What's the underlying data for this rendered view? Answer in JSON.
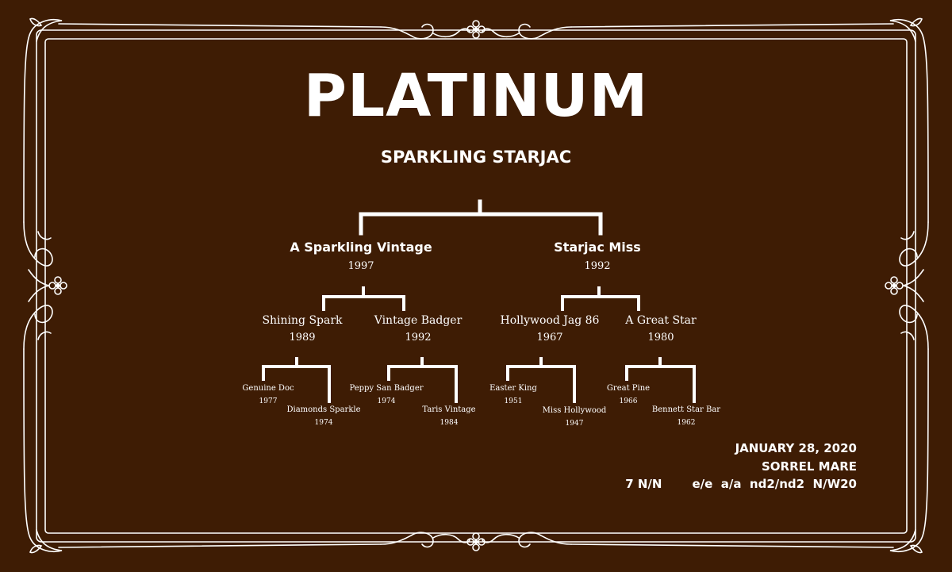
{
  "certificate": {
    "title": "PLATINUM",
    "horse_name": "SPARKLING STARJAC"
  },
  "pedigree": {
    "sire": {
      "name": "A Sparkling Vintage",
      "year": "1997"
    },
    "dam": {
      "name": "Starjac Miss",
      "year": "1992"
    },
    "sire_sire": {
      "name": "Shining Spark",
      "year": "1989"
    },
    "sire_dam": {
      "name": "Vintage Badger",
      "year": "1992"
    },
    "dam_sire": {
      "name": "Hollywood Jag 86",
      "year": "1967"
    },
    "dam_dam": {
      "name": "A Great Star",
      "year": "1980"
    },
    "ss_sire": {
      "name": "Genuine Doc",
      "year": "1977"
    },
    "ss_dam": {
      "name": "Diamonds Sparkle",
      "year": "1974"
    },
    "sd_sire": {
      "name": "Peppy San Badger",
      "year": "1974"
    },
    "sd_dam": {
      "name": "Taris Vintage",
      "year": "1984"
    },
    "ds_sire": {
      "name": "Easter King",
      "year": "1951"
    },
    "ds_dam": {
      "name": "Miss Hollywood",
      "year": "1947"
    },
    "dd_sire": {
      "name": "Great Pine",
      "year": "1966"
    },
    "dd_dam": {
      "name": "Bennett Star Bar",
      "year": "1962"
    }
  },
  "details": {
    "date": "JANUARY 28, 2020",
    "color_sex": "SORREL MARE",
    "panel_a": "7 N/N",
    "panel_b": "e/e  a/a  nd2/nd2  N/W20"
  },
  "colors": {
    "background": "#3e1c04",
    "foreground": "#ffffff"
  },
  "icons": {
    "top_ornament": "fleur-scroll-ornament-icon",
    "bottom_ornament": "fleur-scroll-ornament-icon",
    "side_ornament": "scroll-flourish-icon",
    "corner_ornament": "corner-curl-icon"
  }
}
